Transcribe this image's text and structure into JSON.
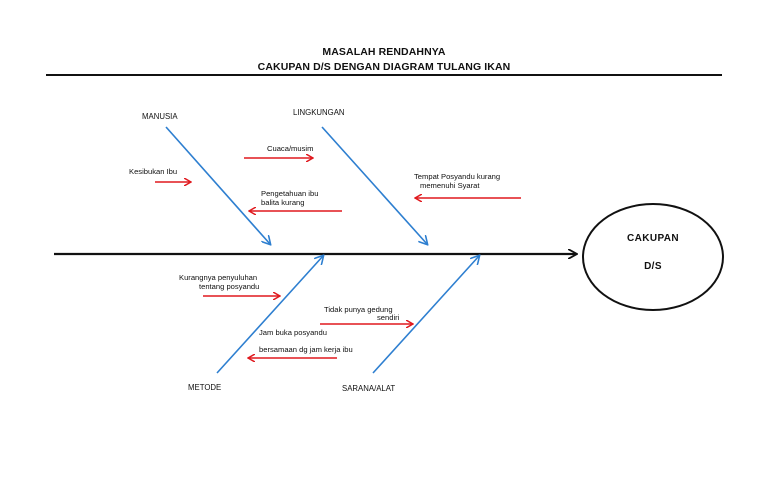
{
  "title": {
    "line1": "MASALAH RENDAHNYA",
    "line2": "CAKUPAN D/S DENGAN DIAGRAM TULANG IKAN"
  },
  "effect": {
    "line1": "CAKUPAN",
    "line2": "D/S"
  },
  "categories": {
    "manusia": "MANUSIA",
    "lingkungan": "LINGKUNGAN",
    "metode": "METODE",
    "sarana": "SARANA/ALAT"
  },
  "causes": {
    "kesibukan": "Kesibukan Ibu",
    "pengetahuan_1": "Pengetahuan ibu",
    "pengetahuan_2": "balita kurang",
    "cuaca": "Cuaca/musim",
    "tempat_1": "Tempat Posyandu kurang",
    "tempat_2": "memenuhi Syarat",
    "penyuluhan_1": "Kurangnya penyuluhan",
    "penyuluhan_2": "tentang posyandu",
    "jam_1": "Jam buka posyandu",
    "jam_2": "bersamaan dg jam kerja ibu",
    "gedung_1": "Tidak punya gedung",
    "gedung_2": "sendiri"
  },
  "colors": {
    "spine": "#111111",
    "bone": "#2e7fd0",
    "cause_arrow": "#e0191e"
  }
}
